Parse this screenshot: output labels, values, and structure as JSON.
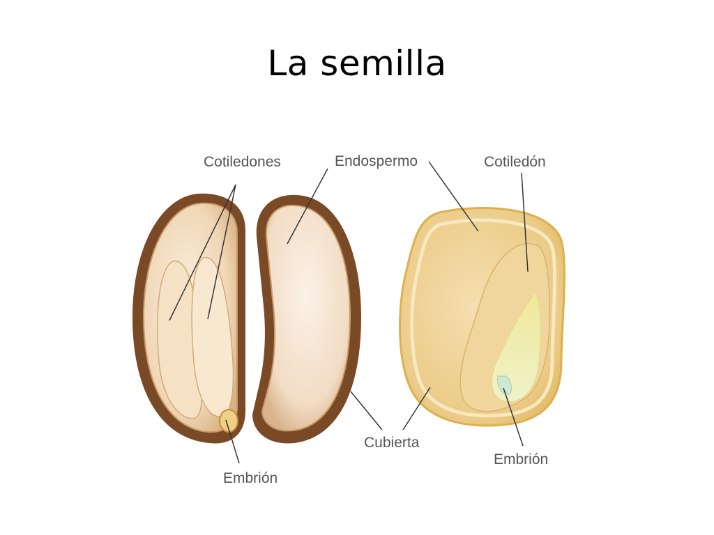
{
  "slide": {
    "title": "La semilla"
  },
  "labels": {
    "cotiledones": "Cotiledones",
    "endospermo": "Endospermo",
    "cotiledon": "Cotiledón",
    "cubierta": "Cubierta",
    "embrion_left": "Embrión",
    "embrion_right": "Embrión"
  },
  "colors": {
    "seed_coat": "#7a4a26",
    "bean_flesh": "#f2d7b4",
    "corn_body": "#f1d88f",
    "corn_endosperm": "#e5c48a",
    "embryo": "#eef0b0",
    "leader_line": "#333333"
  }
}
